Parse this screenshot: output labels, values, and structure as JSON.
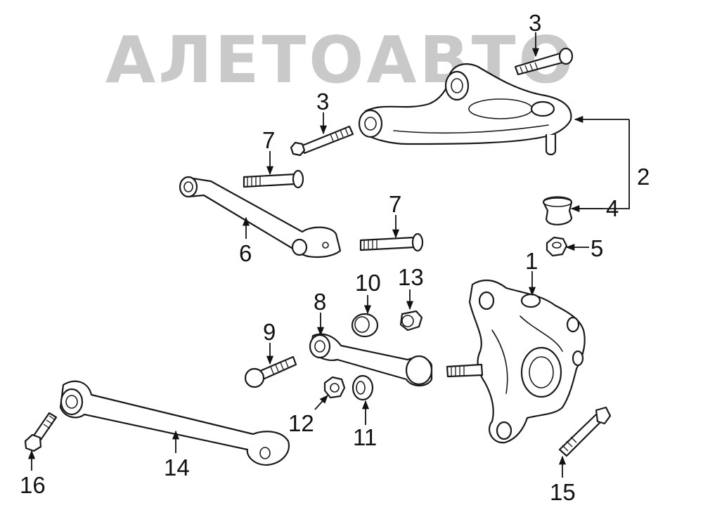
{
  "watermark": "АЛЕТОАВТО",
  "colors": {
    "line": "#1a1a1a",
    "watermark": "#c9c9c9",
    "background": "#ffffff"
  },
  "callouts": {
    "c1": "1",
    "c2": "2",
    "c3a": "3",
    "c3b": "3",
    "c4": "4",
    "c5": "5",
    "c6": "6",
    "c7a": "7",
    "c7b": "7",
    "c8": "8",
    "c9": "9",
    "c10": "10",
    "c11": "11",
    "c12": "12",
    "c13": "13",
    "c14": "14",
    "c15": "15",
    "c16": "16"
  }
}
